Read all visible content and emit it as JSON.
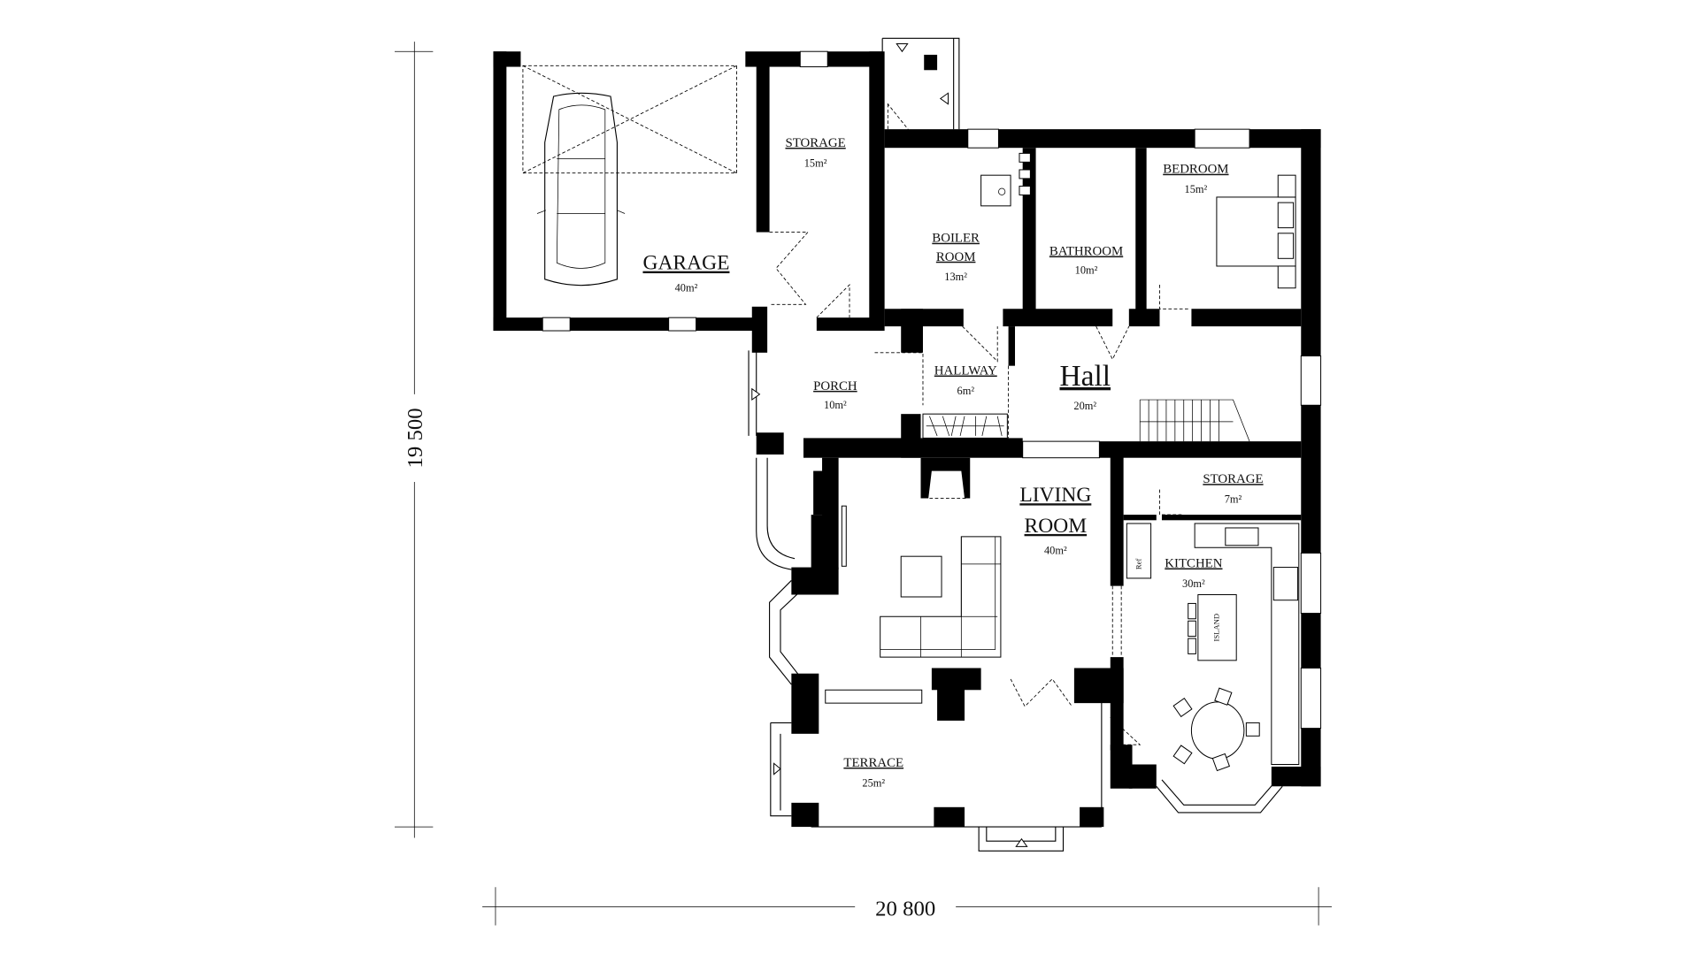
{
  "dimensions": {
    "height": "19 500",
    "width": "20 800"
  },
  "rooms": {
    "garage": {
      "name": "GARAGE",
      "area": "40m²"
    },
    "storage_top": {
      "name": "STORAGE",
      "area": "15m²"
    },
    "boiler": {
      "name_line1": "BOILER",
      "name_line2": "ROOM",
      "area": "13m²"
    },
    "bathroom": {
      "name": "BATHROOM",
      "area": "10m²"
    },
    "bedroom": {
      "name": "BEDROOM",
      "area": "15m²"
    },
    "porch": {
      "name": "PORCH",
      "area": "10m²"
    },
    "hallway": {
      "name": "HALLWAY",
      "area": "6m²"
    },
    "hall": {
      "name": "Hall",
      "area": "20m²"
    },
    "storage_small": {
      "name": "STORAGE",
      "area": "7m²"
    },
    "living": {
      "name_line1": "LIVING",
      "name_line2": "ROOM",
      "area": "40m²"
    },
    "kitchen": {
      "name": "KITCHEN",
      "area": "30m²"
    },
    "terrace": {
      "name": "TERRACE",
      "area": "25m²"
    }
  },
  "fixtures": {
    "fridge": "Ref",
    "island": "ISLAND"
  }
}
